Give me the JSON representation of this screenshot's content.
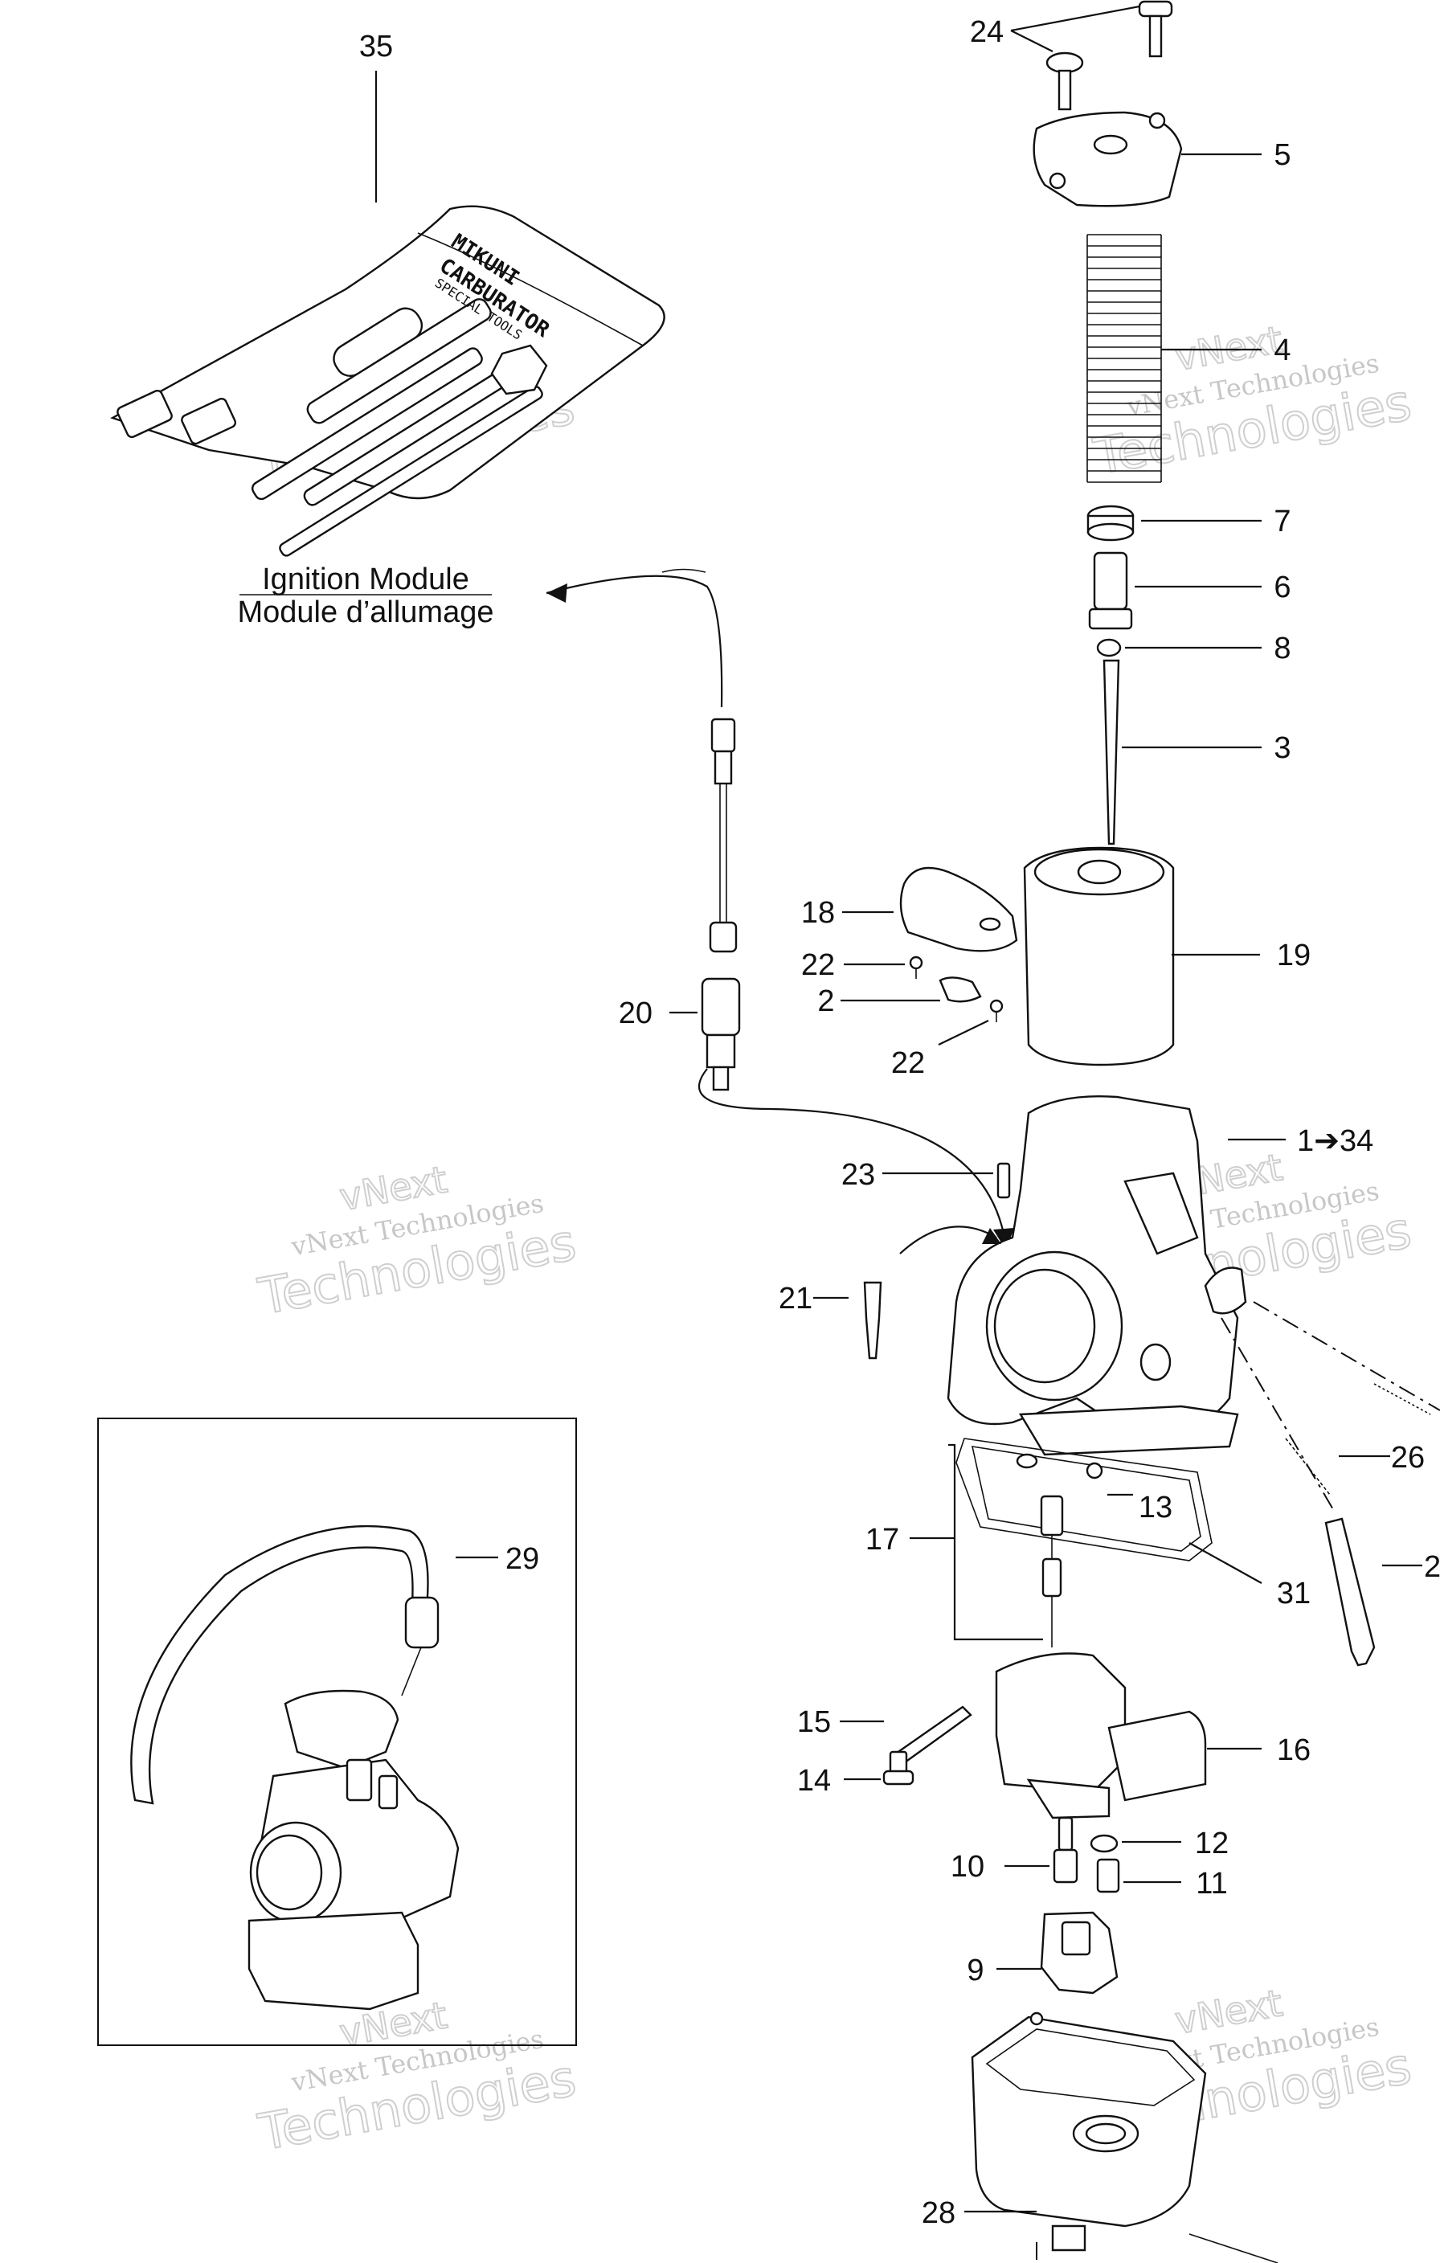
{
  "diagram": {
    "caption_en": "Ignition Module",
    "caption_fr": "Module d’allumage",
    "kit_text": [
      "MIKUNI",
      "CARBURATOR",
      "SPECIAL TOOLS"
    ],
    "watermark": [
      "vNext",
      "vNext Technologies",
      "Technologies"
    ],
    "callouts": {
      "c35": "35",
      "c24": "24",
      "c5": "5",
      "c4": "4",
      "c7": "7",
      "c6": "6",
      "c8": "8",
      "c3": "3",
      "c18": "18",
      "c22a": "22",
      "c2": "2",
      "c22b": "22",
      "c19": "19",
      "c20": "20",
      "c1_34": "1➔34",
      "c23": "23",
      "c21": "21",
      "c26": "26",
      "c25": "2",
      "c13": "13",
      "c17": "17",
      "c31": "31",
      "c29": "29",
      "c15": "15",
      "c16": "16",
      "c14": "14",
      "c12": "12",
      "c10": "10",
      "c11": "11",
      "c9": "9",
      "c28": "28"
    }
  }
}
